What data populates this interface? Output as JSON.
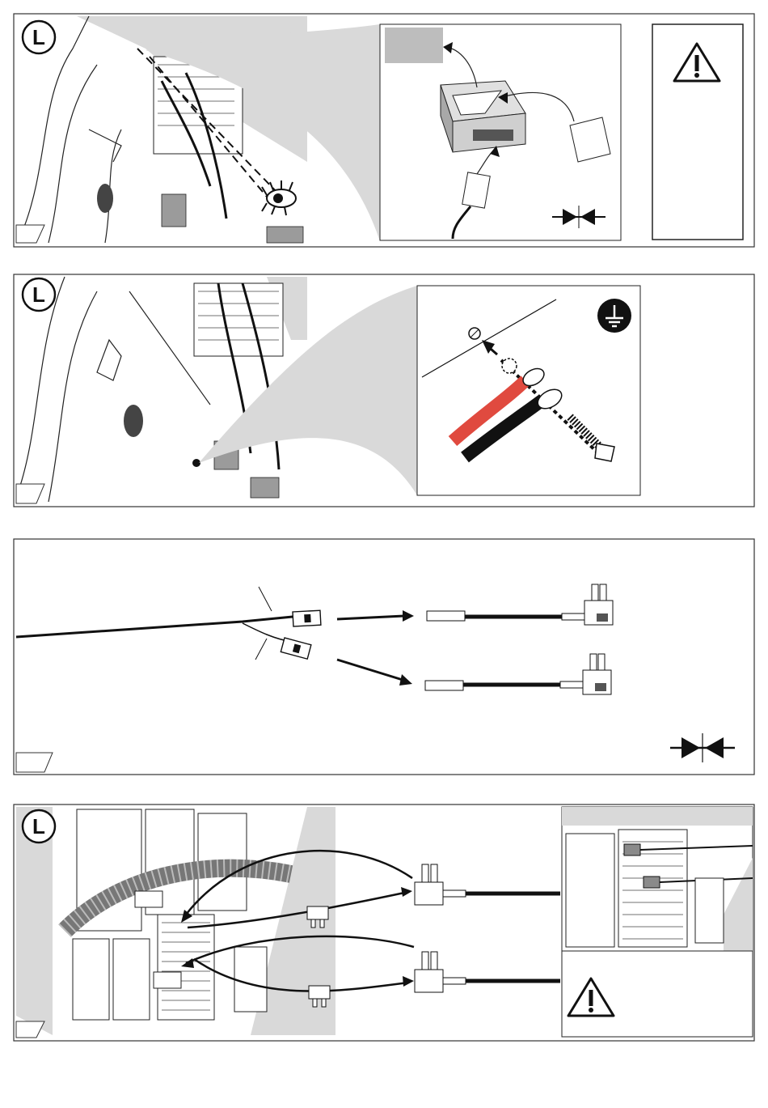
{
  "panels": [
    {
      "id": 1,
      "side_badge": "L"
    },
    {
      "id": 2,
      "side_badge": "L"
    },
    {
      "id": 3
    },
    {
      "id": 4,
      "side_badge": "L"
    }
  ],
  "icons": {
    "warning": "warning-triangle-icon",
    "eye": "eye-icon",
    "ground": "ground-symbol-icon",
    "crimp": "crimp-tool-icon"
  },
  "colors": {
    "shade": "#d9d9d9",
    "label_gray": "#bdbdbd",
    "wire_red": "#e04a3f",
    "wire_black": "#111111"
  }
}
